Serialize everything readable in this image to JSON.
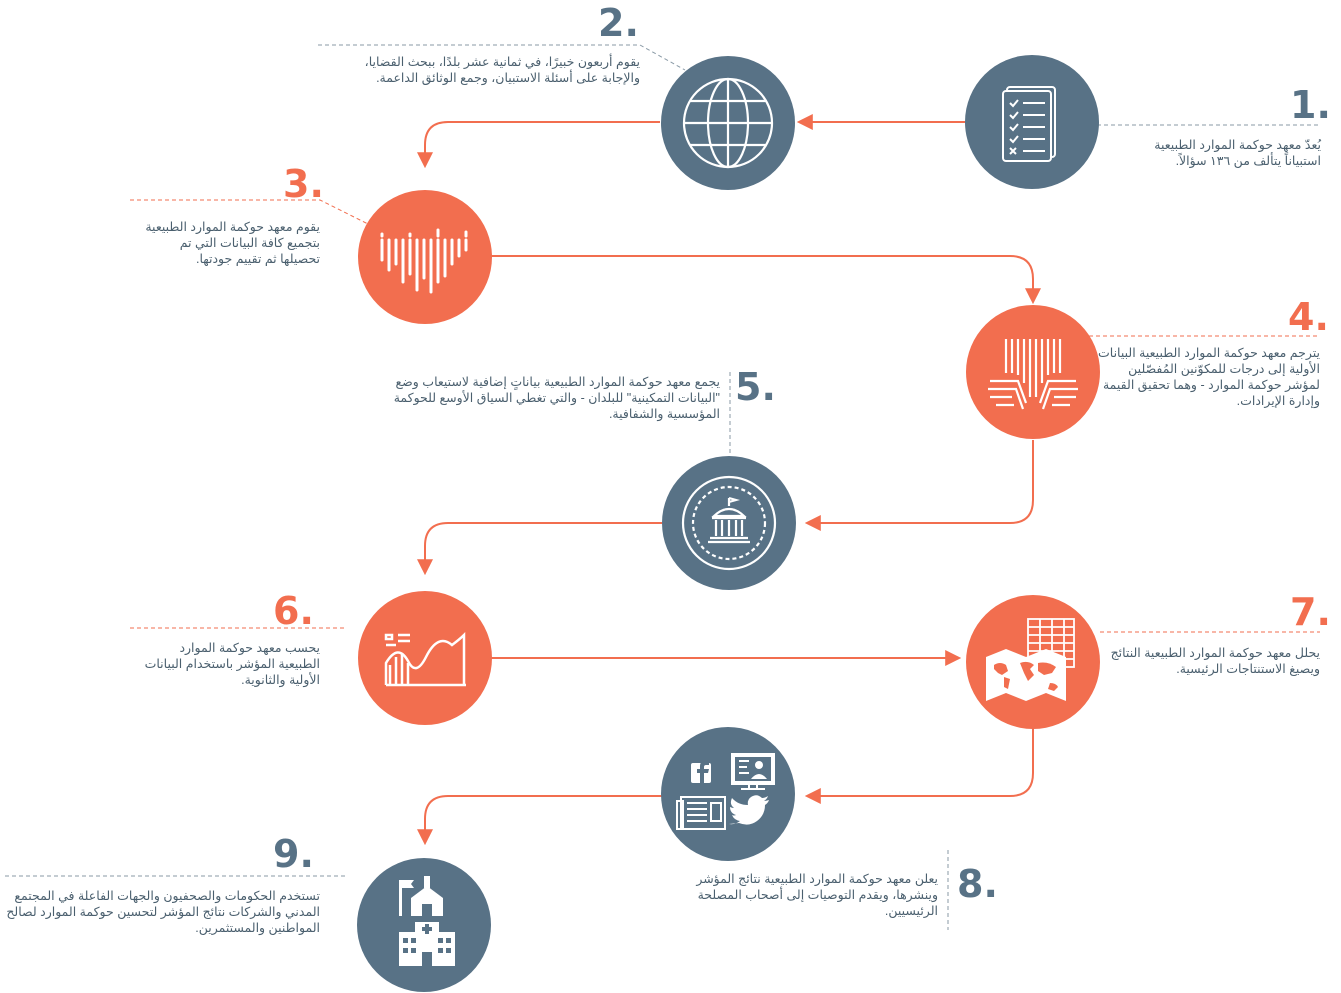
{
  "steps": [
    {
      "number": "1.",
      "icon": "checklist-icon",
      "text": "يُعدّ معهد حوكمة الموارد الطبيعية استبياناً يتألف من ١٣٦ سؤالاً."
    },
    {
      "number": "2.",
      "icon": "globe-icon",
      "text": "يقوم أربعون خبيرًا، في ثمانية عشر بلدًا، ببحث القضايا، والإجابة على أسئلة الاستبيان، وجمع الوثائق الداعمة."
    },
    {
      "number": "3.",
      "icon": "data-bars-icon",
      "text": "يقوم معهد حوكمة الموارد الطبيعية بتجميع كافة البيانات التي تم تحصيلها ثم تقييم جودتها."
    },
    {
      "number": "4.",
      "icon": "data-funnel-icon",
      "text": "يترجم معهد حوكمة الموارد الطبيعية البيانات الأولية إلى درجات للمكوّنين المُفصّلين لمؤشر حوكمة الموارد - وهما تحقيق القيمة وإدارة الإيرادات."
    },
    {
      "number": "5.",
      "icon": "government-building-icon",
      "text": "يجمع معهد حوكمة الموارد الطبيعية بياناتٍ إضافية لاستيعاب وضع \"البيانات التمكينية\" للبلدان - والتي تغطي السياق الأوسع للحوكمة المؤسسية والشفافية."
    },
    {
      "number": "6.",
      "icon": "chart-icon",
      "text": "يحسب معهد حوكمة الموارد الطبيعية المؤشر باستخدام البيانات الأولية والثانوية."
    },
    {
      "number": "7.",
      "icon": "world-map-table-icon",
      "text": "يحلل معهد حوكمة الموارد الطبيعية النتائج ويصيغ الاستنتاجات الرئيسية."
    },
    {
      "number": "8.",
      "icon": "media-icons",
      "text": "يعلن معهد حوكمة الموارد الطبيعية نتائج المؤشر وينشرها، ويقدم التوصيات إلى أصحاب المصلحة الرئيسيين."
    },
    {
      "number": "9.",
      "icon": "church-hospital-icon",
      "text": "تستخدم الحكومات والصحفيون والجهات الفاعلة في المجتمع المدني والشركات نتائج المؤشر لتحسين حوكمة الموارد لصالح المواطنين والمستثمرين."
    }
  ],
  "colors": {
    "slate": "#587286",
    "coral": "#f26e4f",
    "text": "#4a5f6e",
    "dash": "#8a9aa6"
  }
}
